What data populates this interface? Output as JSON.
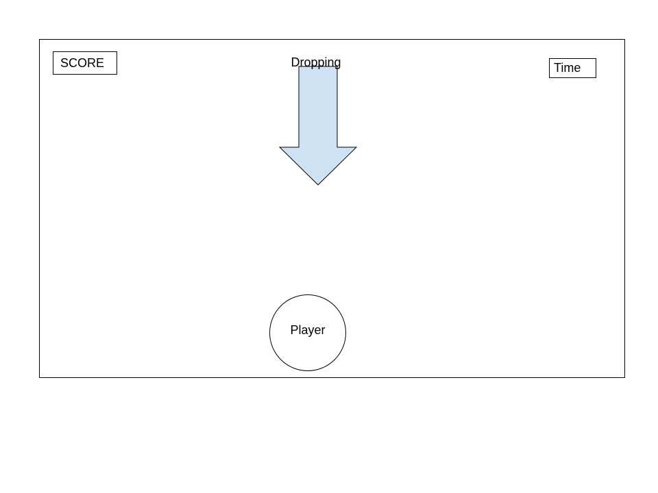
{
  "hud": {
    "score_label": "SCORE",
    "time_label": "Time"
  },
  "falling_object": {
    "label": "Dropping",
    "icon": "down-arrow-icon",
    "fill_color": "#cfe2f3",
    "stroke_color": "#000000"
  },
  "player": {
    "label": "Player"
  }
}
